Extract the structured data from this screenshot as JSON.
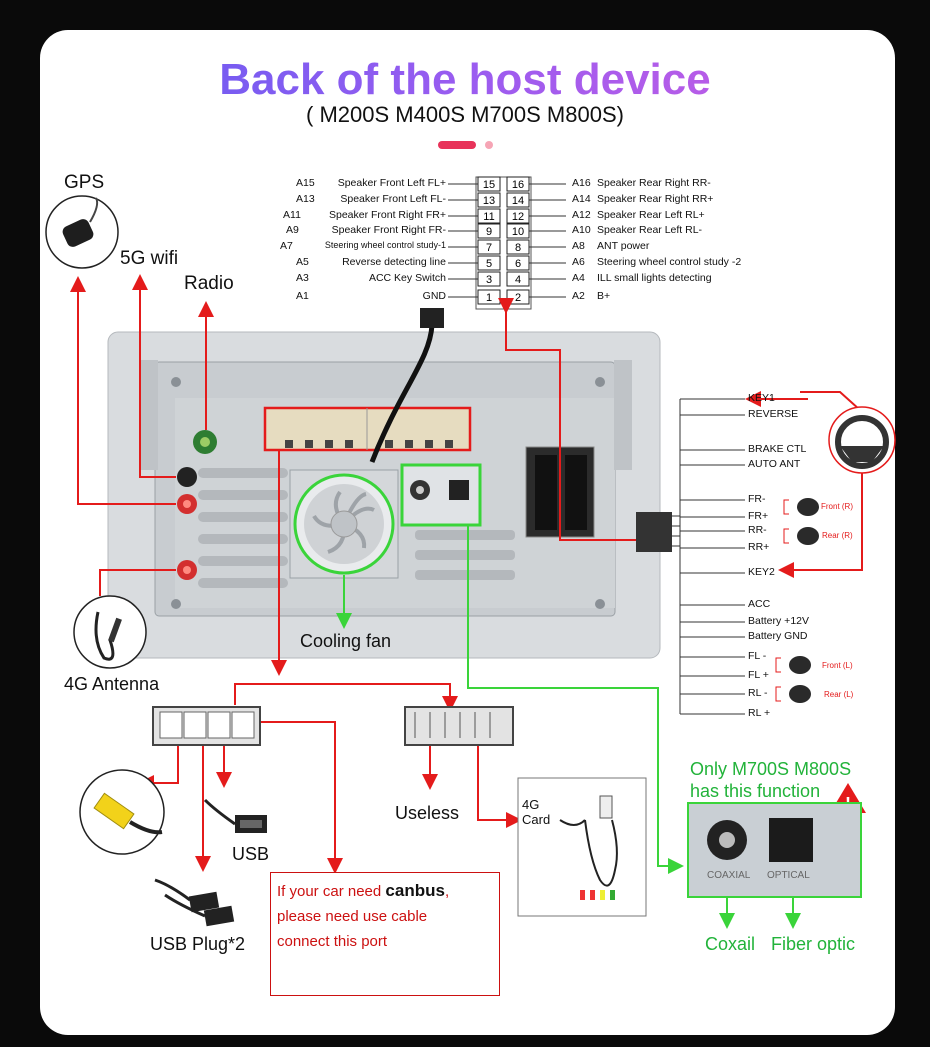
{
  "header": {
    "title": "Back of the host device",
    "subtitle": "( M200S M400S M700S M800S)"
  },
  "pins_left": [
    {
      "code": "A15",
      "label": "Speaker Front Left FL+",
      "num": "15"
    },
    {
      "code": "A13",
      "label": "Speaker Front Left FL-",
      "num": "13"
    },
    {
      "code": "A11",
      "label": "Speaker Front Right FR+",
      "num": "11"
    },
    {
      "code": "A9",
      "label": "Speaker Front Right FR-",
      "num": "9"
    },
    {
      "code": "A7",
      "label": "Steering wheel control study-1",
      "num": "7"
    },
    {
      "code": "A5",
      "label": "Reverse detecting line",
      "num": "5"
    },
    {
      "code": "A3",
      "label": "ACC Key Switch",
      "num": "3"
    },
    {
      "code": "A1",
      "label": "GND",
      "num": "1"
    }
  ],
  "pins_right": [
    {
      "code": "A16",
      "label": "Speaker Rear Right RR-",
      "num": "16"
    },
    {
      "code": "A14",
      "label": "Speaker Rear Right RR+",
      "num": "14"
    },
    {
      "code": "A12",
      "label": "Speaker Rear Left RL+",
      "num": "12"
    },
    {
      "code": "A10",
      "label": "Speaker Rear Left RL-",
      "num": "10"
    },
    {
      "code": "A8",
      "label": "ANT power",
      "num": "8"
    },
    {
      "code": "A6",
      "label": "Steering wheel control study -2",
      "num": "6"
    },
    {
      "code": "A4",
      "label": "ILL small lights detecting",
      "num": "4"
    },
    {
      "code": "A2",
      "label": "B+",
      "num": "2"
    }
  ],
  "harness": [
    "KEY1",
    "REVERSE",
    "BRAKE CTL",
    "AUTO ANT",
    "FR-",
    "FR+",
    "RR-",
    "RR+",
    "KEY2",
    "ACC",
    "Battery +12V",
    "Battery GND",
    "FL -",
    "FL +",
    "RL -",
    "RL +"
  ],
  "speakers": {
    "front_r": "Front (R)",
    "rear_r": "Rear (R)",
    "front_l": "Front (L)",
    "rear_l": "Rear (L)",
    "plus": "+",
    "minus": "-"
  },
  "labels": {
    "gps": "GPS",
    "wifi": "5G wifi",
    "radio": "Radio",
    "antenna4g": "4G Antenna",
    "fan": "Cooling fan",
    "usb": "USB",
    "usb_plug": "USB Plug*2",
    "useless": "Useless",
    "card_4g": "4G\nCard",
    "coaxial": "Coxail",
    "fiber": "Fiber optic",
    "coaxial_panel": "COAXIAL",
    "optical_panel": "OPTICAL"
  },
  "canbus": {
    "line1a": "If your car need ",
    "line1b": "canbus",
    ", ": "",
    "line1c": ",",
    "line2": "please need use cable",
    "line3": "connect this port"
  },
  "only_note": {
    "line1": "Only M700S M800S",
    "line2": "has this function"
  },
  "colors": {
    "red": "#e41b1b",
    "green": "#3ad43a",
    "green_text": "#22b33a"
  }
}
